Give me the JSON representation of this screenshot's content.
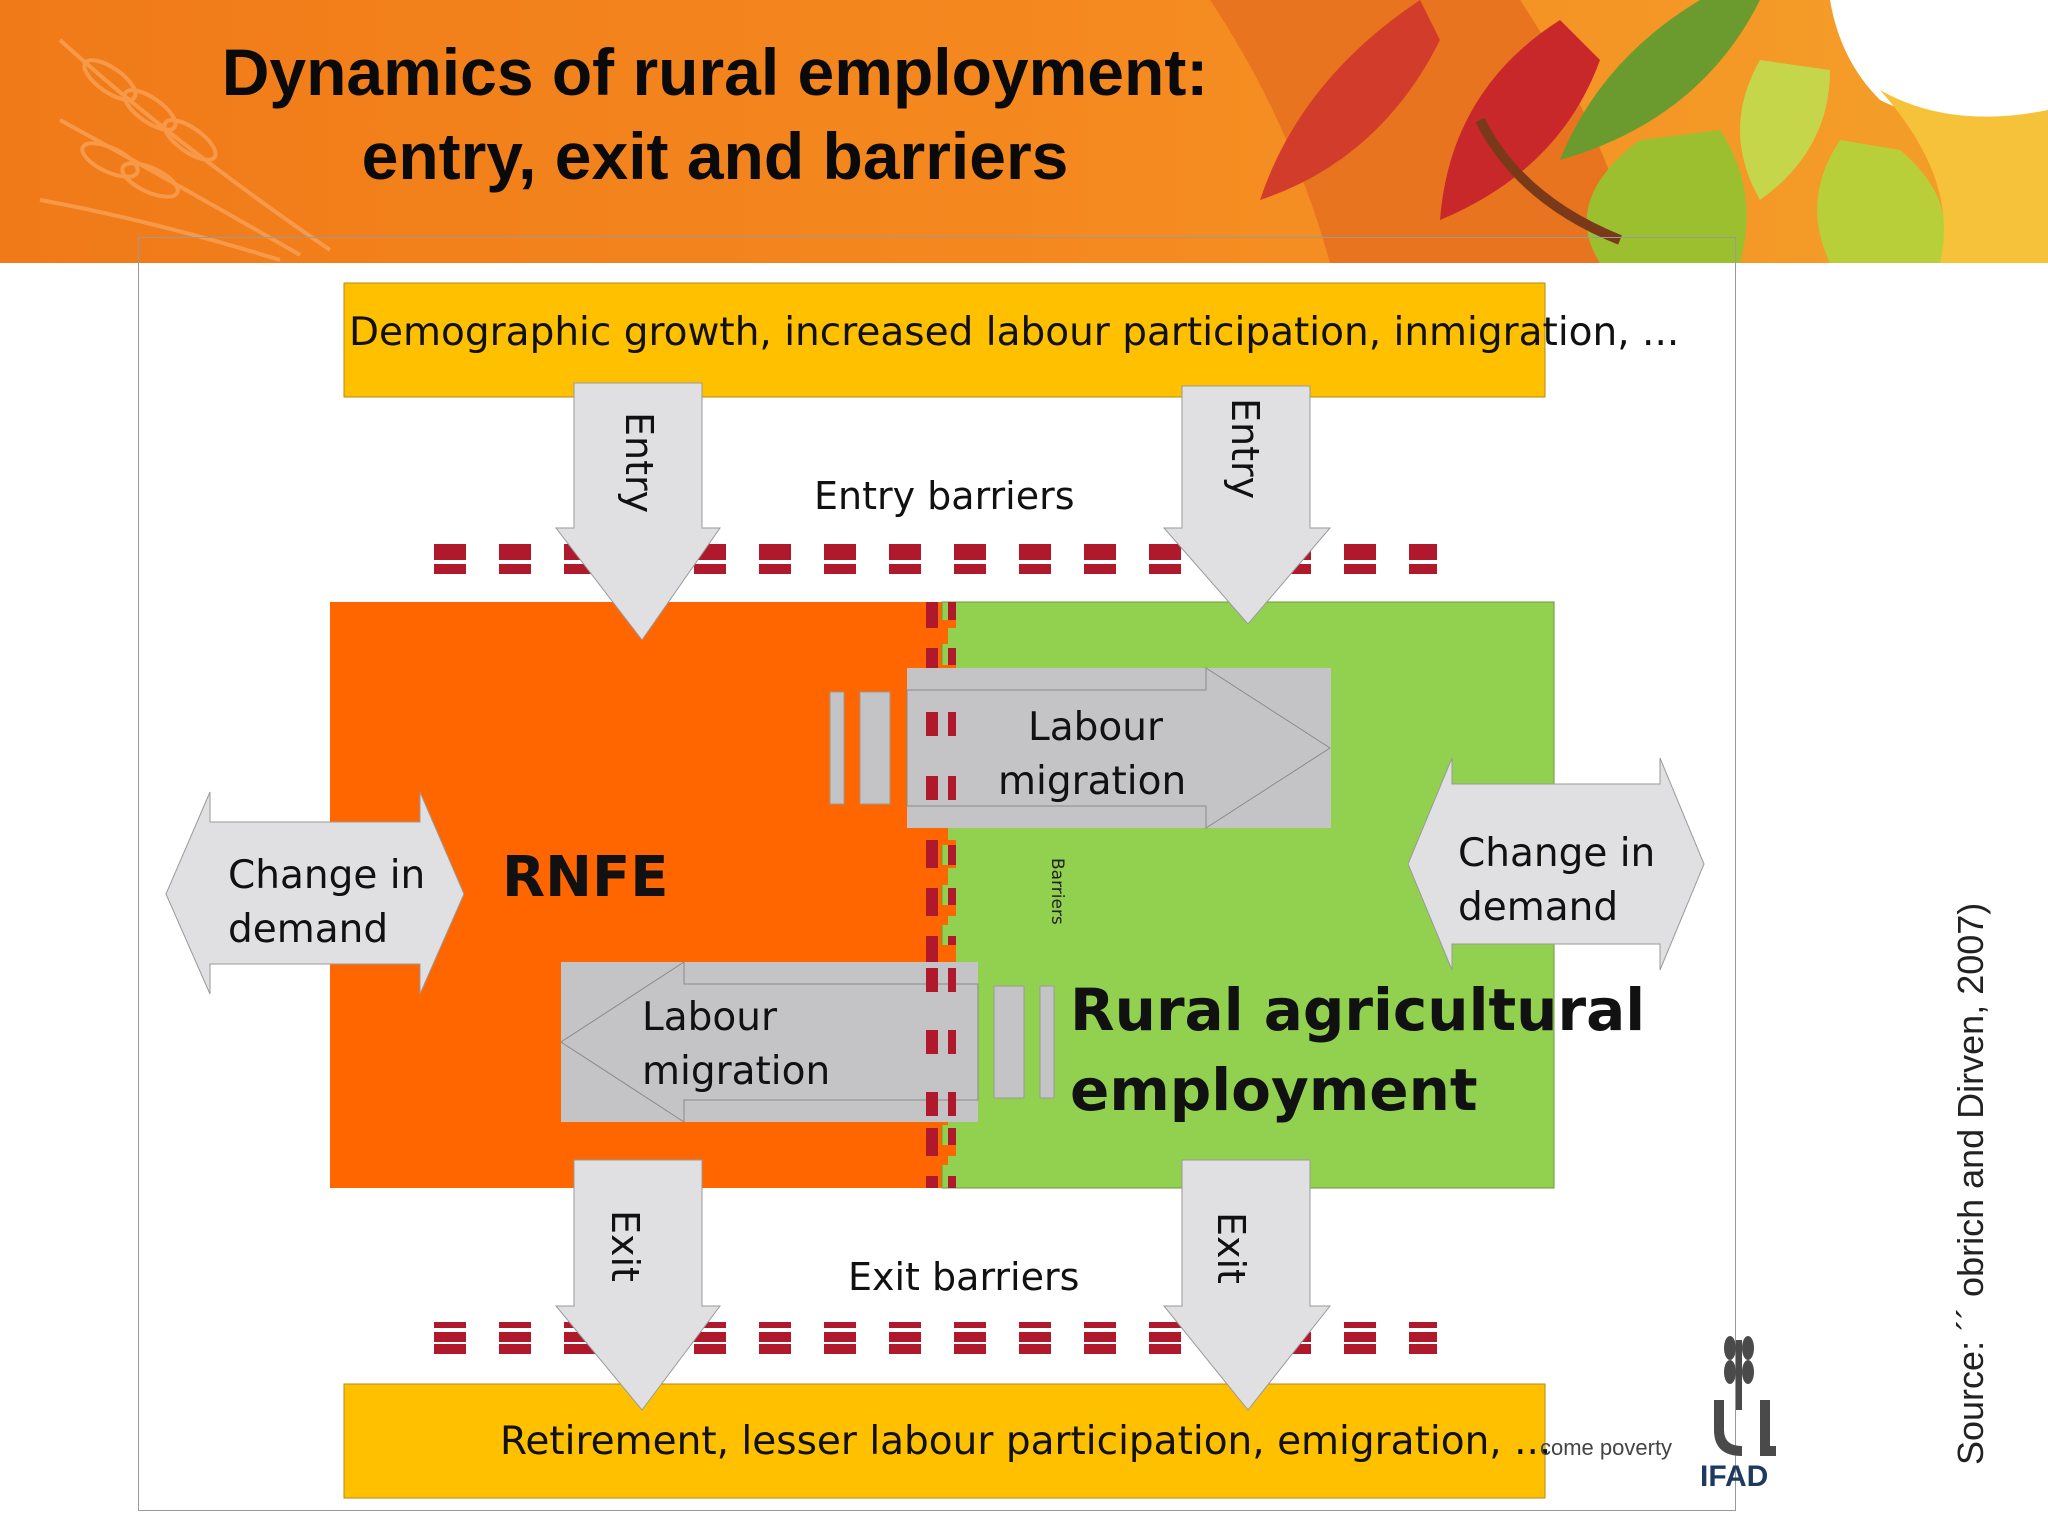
{
  "header": {
    "title_line1": "Dynamics of rural employment:",
    "title_line2": "entry, exit and barriers"
  },
  "diagram": {
    "top_box": "Demographic growth, increased labour participation, inmigration, ...",
    "bottom_box": "Retirement, lesser labour participation, emigration, ...",
    "entry_label": "Entry",
    "exit_label": "Exit",
    "entry_barriers": "Entry barriers",
    "exit_barriers": "Exit barriers",
    "rnfe": "RNFE",
    "rural_ag_line1": "Rural agricultural",
    "rural_ag_line2": "employment",
    "labour_line1": "Labour",
    "labour_line2": "migration",
    "change_line1": "Change in",
    "change_line2": "demand",
    "barriers": "Barriers"
  },
  "footer": {
    "source": "Source: ´´ obrich and Dirven, 2007)",
    "tagline": "come poverty",
    "logo_text": "IFAD"
  },
  "colors": {
    "orange_block": "#ff6600",
    "green_block": "#92d050",
    "yellow_box": "#ffc000",
    "barrier_red": "#b0182c",
    "arrow_grey": "#e0e0e2",
    "arrow_dark_grey": "#c4c4c6"
  }
}
